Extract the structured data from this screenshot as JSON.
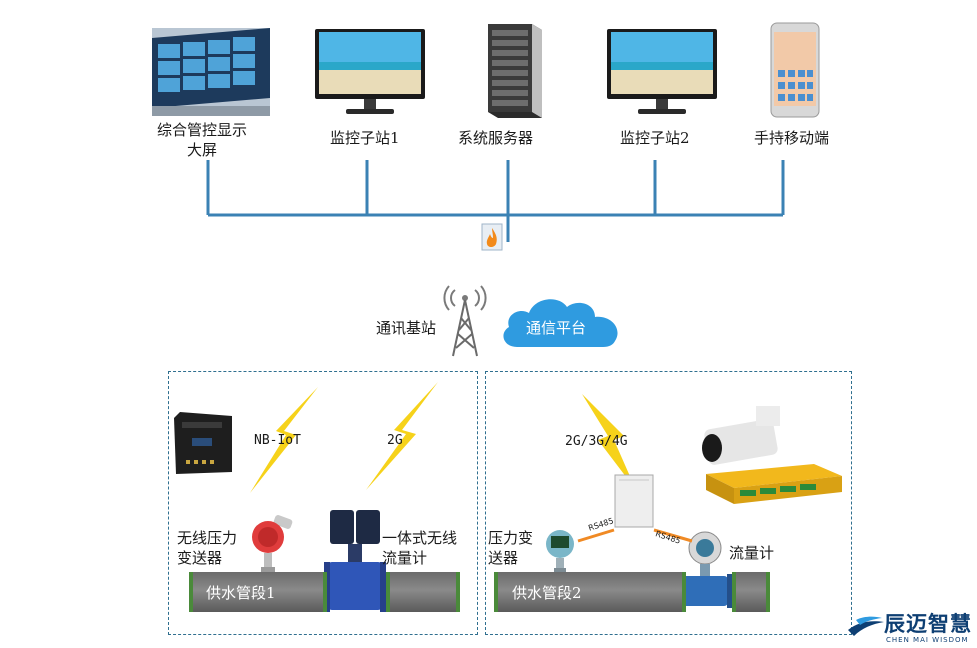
{
  "top_devices": [
    {
      "name": "综合管控显示大屏"
    },
    {
      "name": "监控子站1"
    },
    {
      "name": "系统服务器"
    },
    {
      "name": "监控子站2"
    },
    {
      "name": "手持移动端"
    }
  ],
  "network": {
    "base_station": "通讯基站",
    "cloud": "通信平台"
  },
  "zone1": {
    "wireless_label": "NB-IoT",
    "cell_label": "2G",
    "pressure_sensor": "无线压力变送器",
    "flowmeter": "一体式无线流量计",
    "pipe": "供水管段1"
  },
  "zone2": {
    "cell_label": "2G/3G/4G",
    "pressure_sensor": "压力变送器",
    "flowmeter": "流量计",
    "rs485_left": "RS485",
    "rs485_right": "RS485",
    "pipe": "供水管段2"
  },
  "brand": {
    "name_cn": "辰迈智慧",
    "name_en": "CHEN MAI WISDOM"
  },
  "colors": {
    "bus_line": "#3b82b4",
    "cloud": "#2f9be0",
    "bolt": "#f6d21a",
    "orange_cable": "#f08a24",
    "zone_border": "#2f6f8f",
    "brand": "#0e3f73"
  }
}
